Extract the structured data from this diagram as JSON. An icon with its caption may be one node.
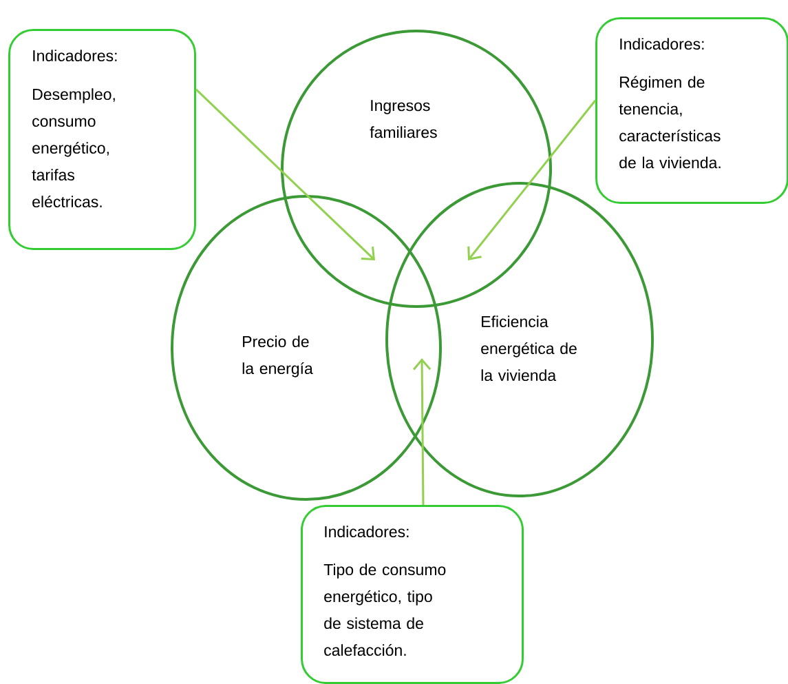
{
  "diagram": {
    "nodes": [
      {
        "text": [
          "Indicadores:",
          "Desempleo, consumo energético, tarifas eléctricas."
        ]
      },
      {
        "text": [
          "Ingresos familiares"
        ]
      },
      {
        "text": [
          "Indicadores:",
          "Régimen de tenencia, características de la vivienda."
        ]
      },
      {
        "text": [
          "Precio de la energía"
        ]
      },
      {
        "text": [
          "Eficiencia energética de la vivienda"
        ]
      },
      {
        "text": [
          "Indicadores:",
          "Tipo de consumo energético, tipo de sistema de calefacción."
        ]
      }
    ],
    "edges": [
      {
        "from": 0,
        "to": 1,
        "arrow": "to"
      },
      {
        "from": 2,
        "to": 1,
        "arrow": "to"
      },
      {
        "from": 5,
        "to": 3,
        "arrow": "to"
      },
      {
        "from": 0,
        "to": 3,
        "arrow": "to"
      },
      {
        "from": 2,
        "to": 4,
        "arrow": "to"
      },
      {
        "from": 5,
        "to": 4,
        "arrow": "to"
      }
    ]
  }
}
